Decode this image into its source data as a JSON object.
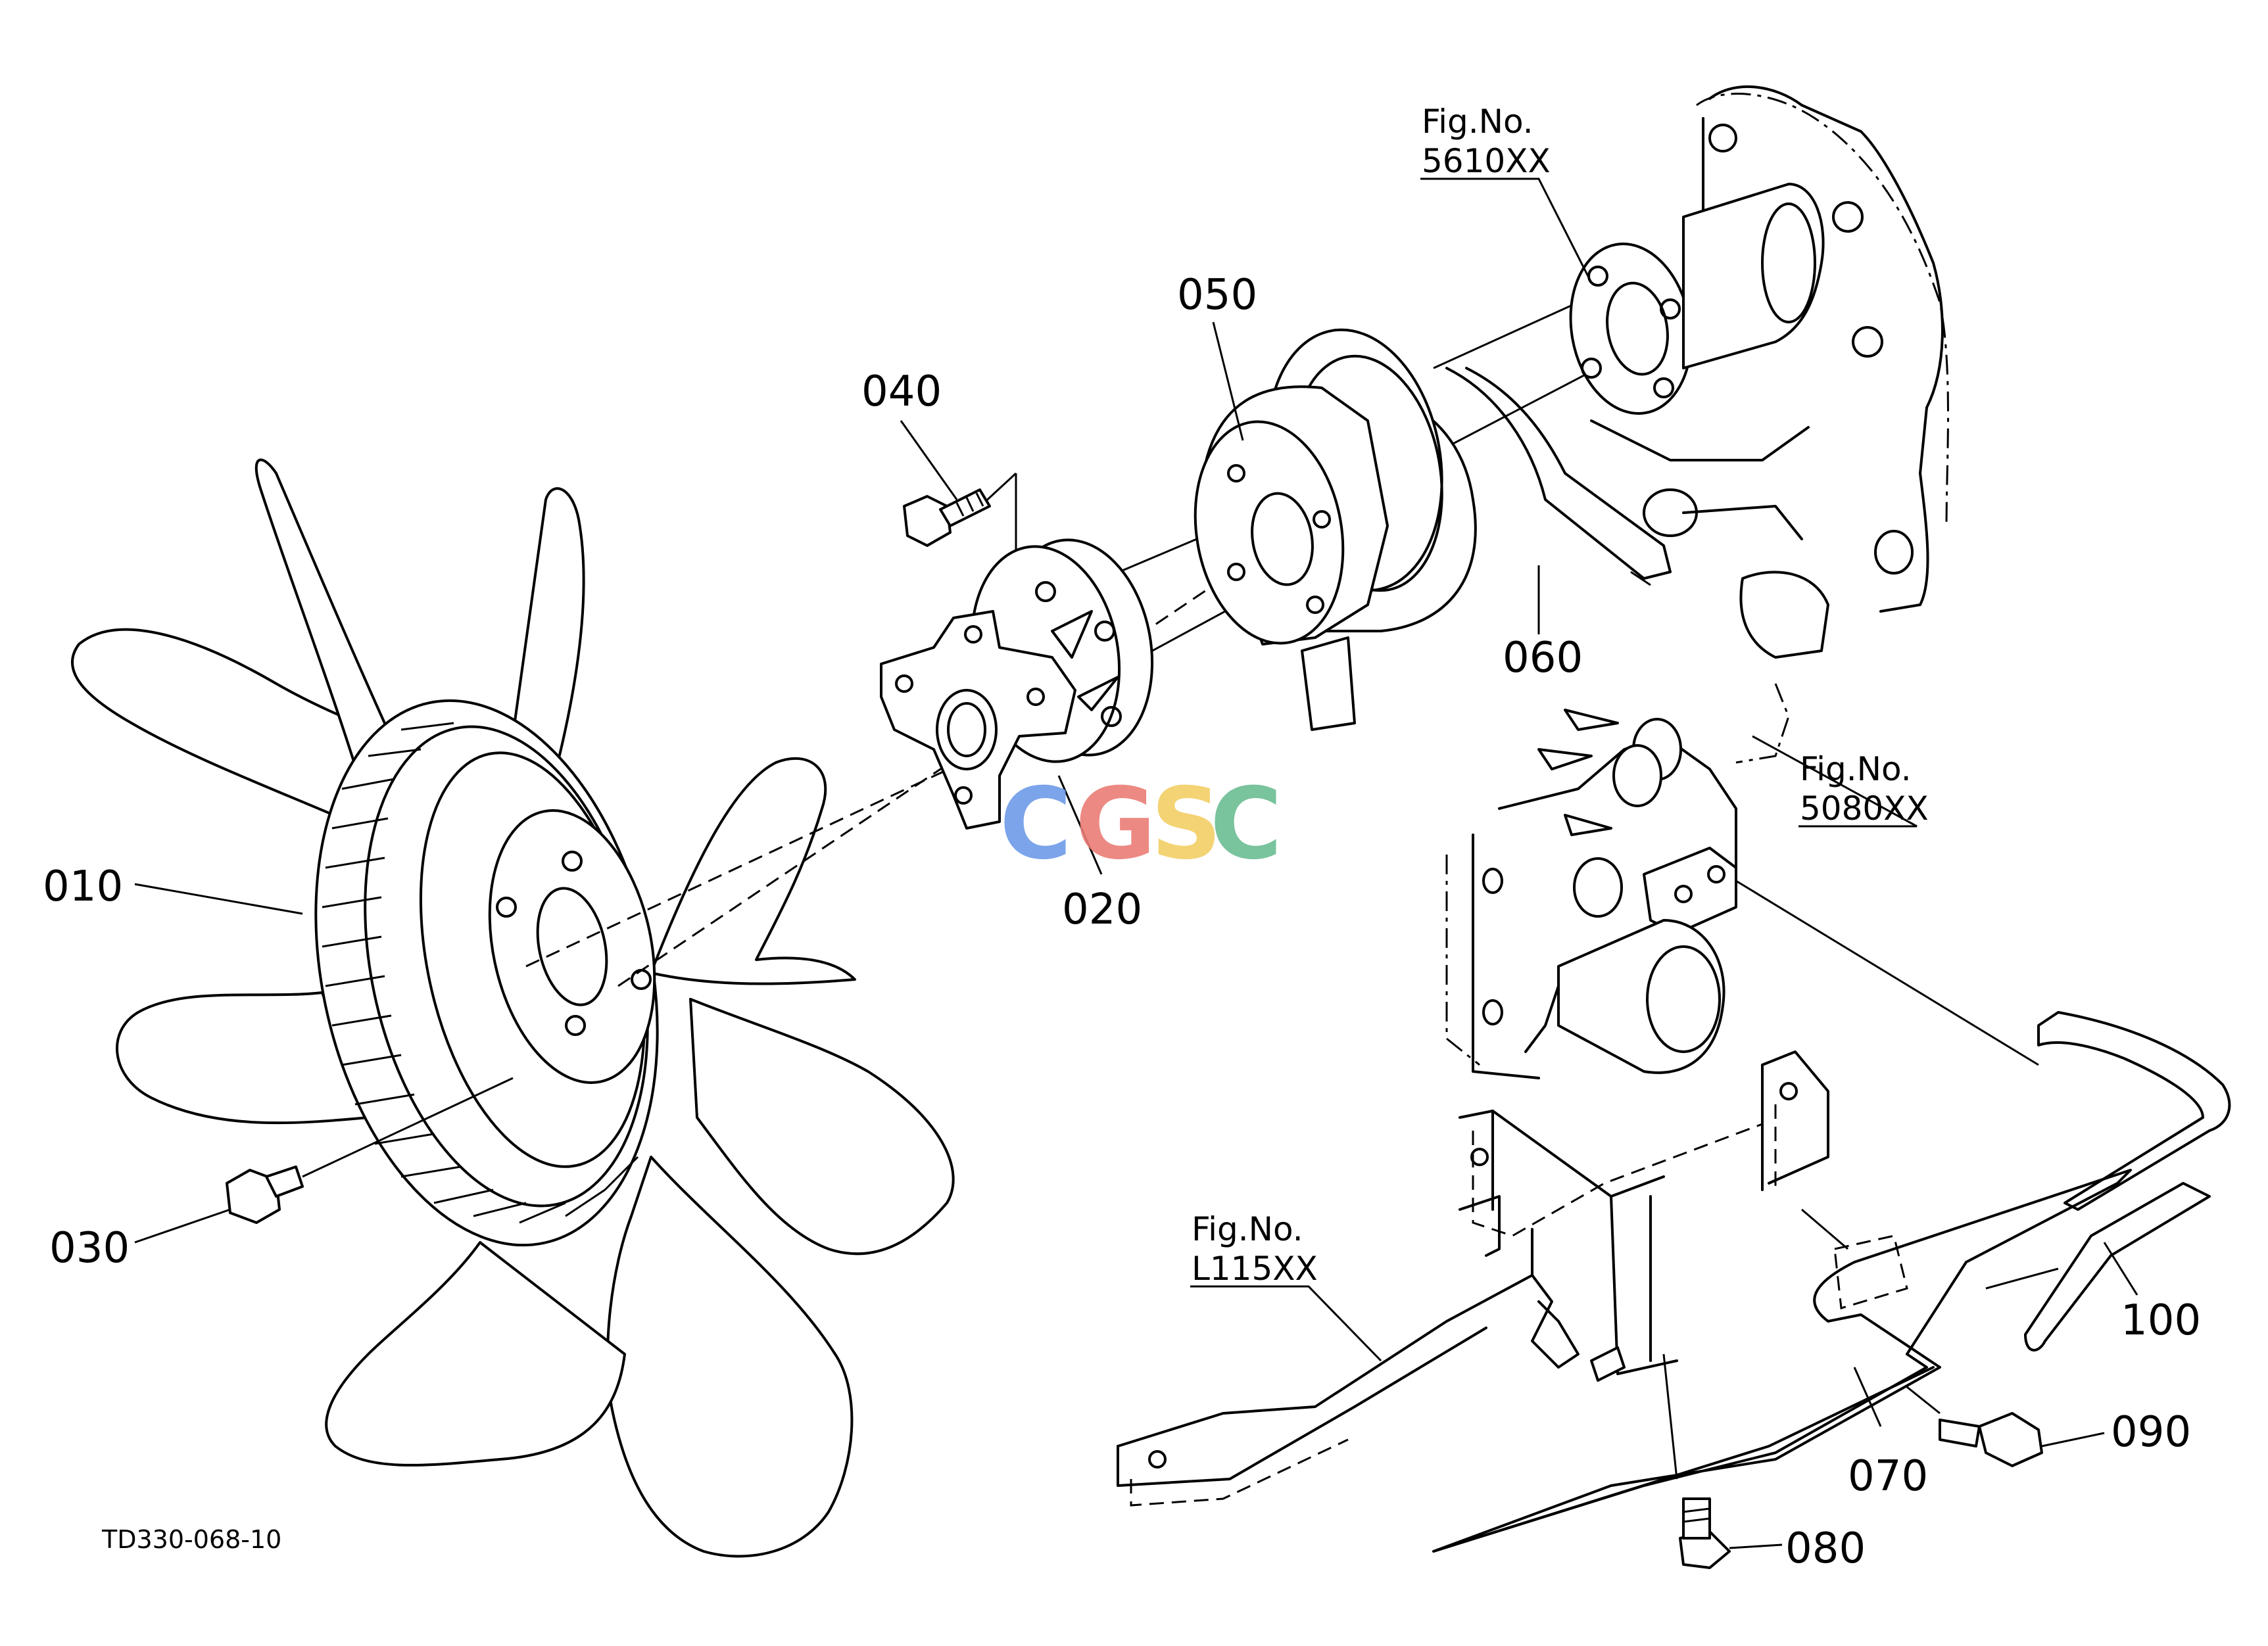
{
  "figure_code": "TD330-068-10",
  "parts": [
    {
      "id": "p010",
      "number": "010"
    },
    {
      "id": "p020",
      "number": "020"
    },
    {
      "id": "p030",
      "number": "030"
    },
    {
      "id": "p040",
      "number": "040"
    },
    {
      "id": "p050",
      "number": "050"
    },
    {
      "id": "p060",
      "number": "060"
    },
    {
      "id": "p070",
      "number": "070"
    },
    {
      "id": "p080",
      "number": "080"
    },
    {
      "id": "p090",
      "number": "090"
    },
    {
      "id": "p100",
      "number": "100"
    }
  ],
  "figure_refs": [
    {
      "label": "Fig.No.",
      "code": "5610XX"
    },
    {
      "label": "Fig.No.",
      "code": "5080XX"
    },
    {
      "label": "Fig.No.",
      "code": "L115XX"
    }
  ],
  "watermark": {
    "letters": [
      "C",
      "G",
      "S",
      "C"
    ],
    "colors": [
      "#6d9be8",
      "#ea7d76",
      "#f3cf66",
      "#6bbd93"
    ]
  }
}
